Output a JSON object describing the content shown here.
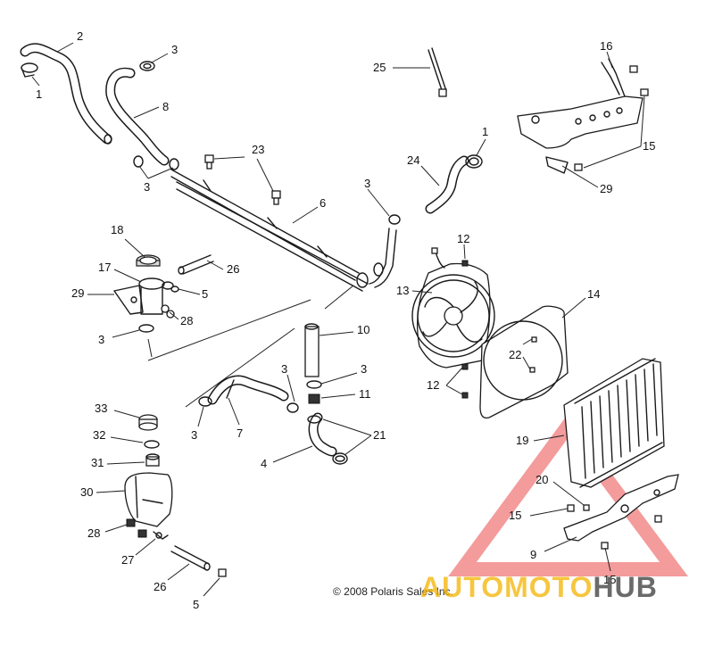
{
  "diagram": {
    "callouts": [
      "1",
      "2",
      "3",
      "3",
      "8",
      "3",
      "23",
      "6",
      "26",
      "18",
      "17",
      "5",
      "29",
      "28",
      "3",
      "10",
      "3",
      "3",
      "11",
      "7",
      "3",
      "21",
      "4",
      "33",
      "32",
      "31",
      "30",
      "28",
      "27",
      "26",
      "5",
      "25",
      "24",
      "1",
      "3",
      "16",
      "15",
      "29",
      "12",
      "13",
      "14",
      "22",
      "12",
      "19",
      "20",
      "15",
      "9",
      "15"
    ],
    "copyright": "© 2008 Polaris Sales Inc.",
    "watermark_part1": "AUTOMOTO",
    "watermark_part2": "HUB",
    "colors": {
      "line": "#1a1a1a",
      "watermark_triangle": "#f07070",
      "watermark_text": "#f4b400",
      "watermark_text_dark": "#5a5a5a"
    }
  }
}
